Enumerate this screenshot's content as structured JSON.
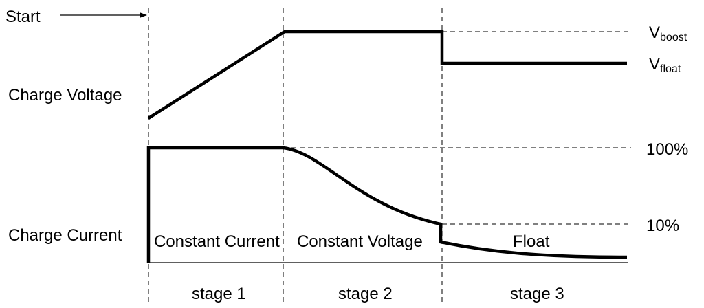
{
  "labels": {
    "start": "Start",
    "charge_voltage": "Charge Voltage",
    "charge_current": "Charge Current",
    "v_boost_main": "V",
    "v_boost_sub": "boost",
    "v_float_main": "V",
    "v_float_sub": "float",
    "pct_100": "100%",
    "pct_10": "10%"
  },
  "phases": {
    "constant_current": "Constant Current",
    "constant_voltage": "Constant Voltage",
    "float": "Float"
  },
  "stages": {
    "stage1": "stage 1",
    "stage2": "stage 2",
    "stage3": "stage 3"
  },
  "colors": {
    "line": "#000000",
    "background": "#ffffff"
  }
}
